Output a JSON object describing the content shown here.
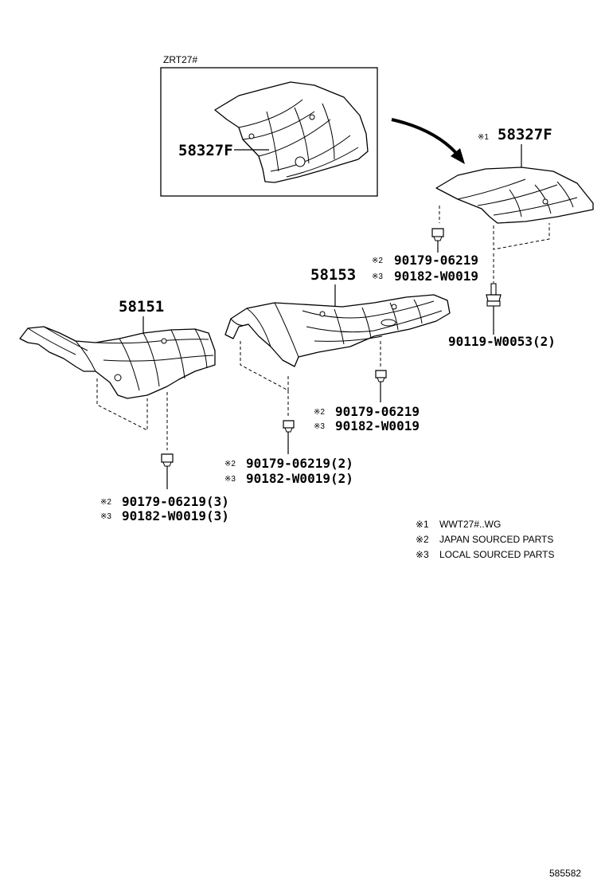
{
  "inset": {
    "variant_label": "ZRT27#",
    "part_label": "58327F"
  },
  "parts": {
    "p58327f": {
      "mark": "※1",
      "label": "58327F"
    },
    "p58153": {
      "label": "58153"
    },
    "p58151": {
      "label": "58151"
    }
  },
  "fasteners": {
    "right_top": [
      {
        "mark": "※2",
        "code": "90179-06219"
      },
      {
        "mark": "※3",
        "code": "90182-W0019"
      }
    ],
    "right_bolt": {
      "code": "90119-W0053(2)"
    },
    "center": [
      {
        "mark": "※2",
        "code": "90179-06219"
      },
      {
        "mark": "※3",
        "code": "90182-W0019"
      }
    ],
    "center_lower": [
      {
        "mark": "※2",
        "code": "90179-06219(2)"
      },
      {
        "mark": "※3",
        "code": "90182-W0019(2)"
      }
    ],
    "left": [
      {
        "mark": "※2",
        "code": "90179-06219(3)"
      },
      {
        "mark": "※3",
        "code": "90182-W0019(3)"
      }
    ]
  },
  "legend": [
    {
      "mark": "※1",
      "text": "WWT27#..WG"
    },
    {
      "mark": "※2",
      "text": "JAPAN SOURCED PARTS"
    },
    {
      "mark": "※3",
      "text": "LOCAL SOURCED PARTS"
    }
  ],
  "diagram_id": "585582"
}
